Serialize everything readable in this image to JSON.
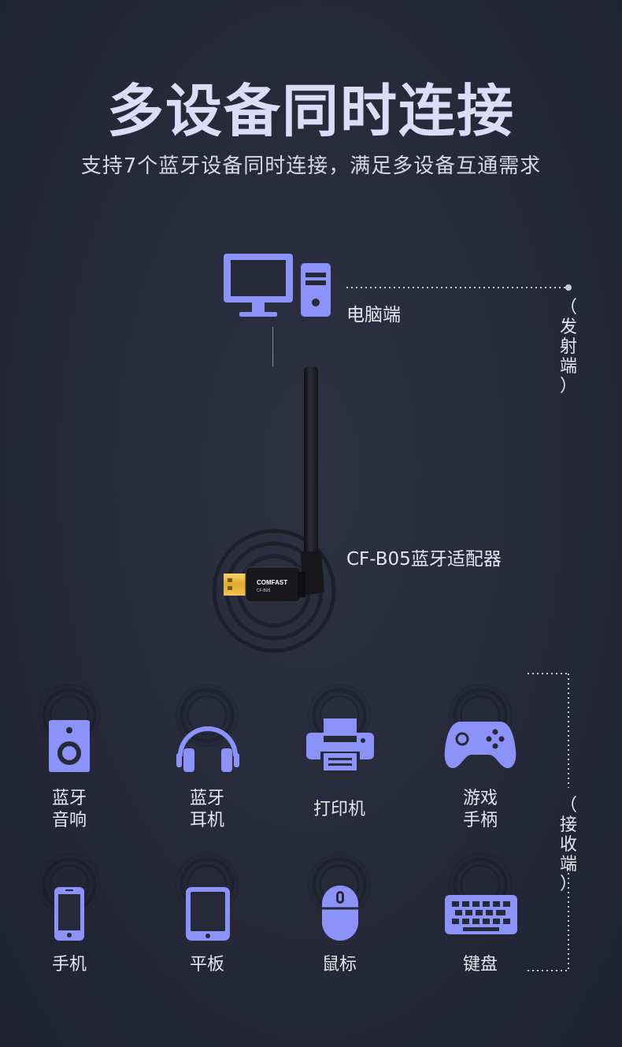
{
  "header": {
    "title": "多设备同时连接",
    "subtitle": "支持7个蓝牙设备同时连接，满足多设备互通需求"
  },
  "transmitter": {
    "computer_label": "电脑端",
    "side_label": [
      "（",
      "发",
      "射",
      "端",
      "）"
    ]
  },
  "adapter": {
    "label": "CF-B05蓝牙适配器",
    "brand_text": "COMFAST",
    "model_text": "CF-B05"
  },
  "receiver": {
    "side_label": [
      "（",
      "接",
      "收",
      "端",
      "）"
    ],
    "devices": [
      {
        "icon": "speaker-icon",
        "label_line1": "蓝牙",
        "label_line2": "音响"
      },
      {
        "icon": "headphones-icon",
        "label_line1": "蓝牙",
        "label_line2": "耳机"
      },
      {
        "icon": "printer-icon",
        "label_line1": "打印机",
        "label_line2": ""
      },
      {
        "icon": "gamepad-icon",
        "label_line1": "游戏",
        "label_line2": "手柄"
      },
      {
        "icon": "phone-icon",
        "label_line1": "手机",
        "label_line2": ""
      },
      {
        "icon": "tablet-icon",
        "label_line1": "平板",
        "label_line2": ""
      },
      {
        "icon": "mouse-icon",
        "label_line1": "鼠标",
        "label_line2": ""
      },
      {
        "icon": "keyboard-icon",
        "label_line1": "键盘",
        "label_line2": ""
      }
    ]
  },
  "colors": {
    "accent": "#8b93f8",
    "background": "#262938",
    "title": "#dcdcf8"
  }
}
